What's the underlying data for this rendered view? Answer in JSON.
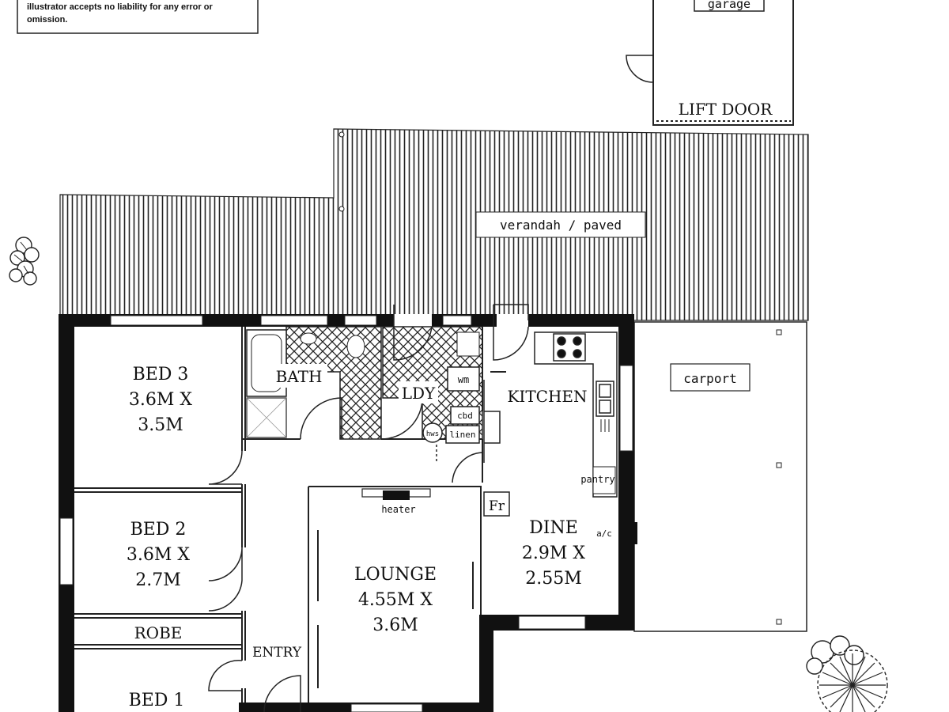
{
  "disclaimer": {
    "line1": "illustrator accepts no liability for any error or",
    "line2": "omission."
  },
  "garage": {
    "label": "garage",
    "door_label": "LIFT DOOR"
  },
  "verandah": {
    "label": "verandah / paved"
  },
  "carport": {
    "label": "carport"
  },
  "rooms": {
    "bed3": {
      "name": "BED 3",
      "dim1": "3.6M X",
      "dim2": "3.5M"
    },
    "bed2": {
      "name": "BED 2",
      "dim1": "3.6M X",
      "dim2": "2.7M"
    },
    "robe": {
      "name": "ROBE"
    },
    "bed1": {
      "name": "BED 1"
    },
    "bath": {
      "name": "BATH"
    },
    "laundry": {
      "name": "LDY"
    },
    "kitchen": {
      "name": "KITCHEN"
    },
    "dine": {
      "name": "DINE",
      "dim1": "2.9M X",
      "dim2": "2.55M"
    },
    "lounge": {
      "name": "LOUNGE",
      "dim1": "4.55M X",
      "dim2": "3.6M"
    },
    "entry": {
      "name": "ENTRY"
    }
  },
  "fixtures": {
    "wm": "wm",
    "cbd": "cbd",
    "linen": "linen",
    "hws": "hws",
    "pantry": "pantry",
    "heater": "heater",
    "fridge": "Fr",
    "ac": "a/c"
  },
  "icons": [
    "shrub-icon",
    "tree-icon"
  ]
}
